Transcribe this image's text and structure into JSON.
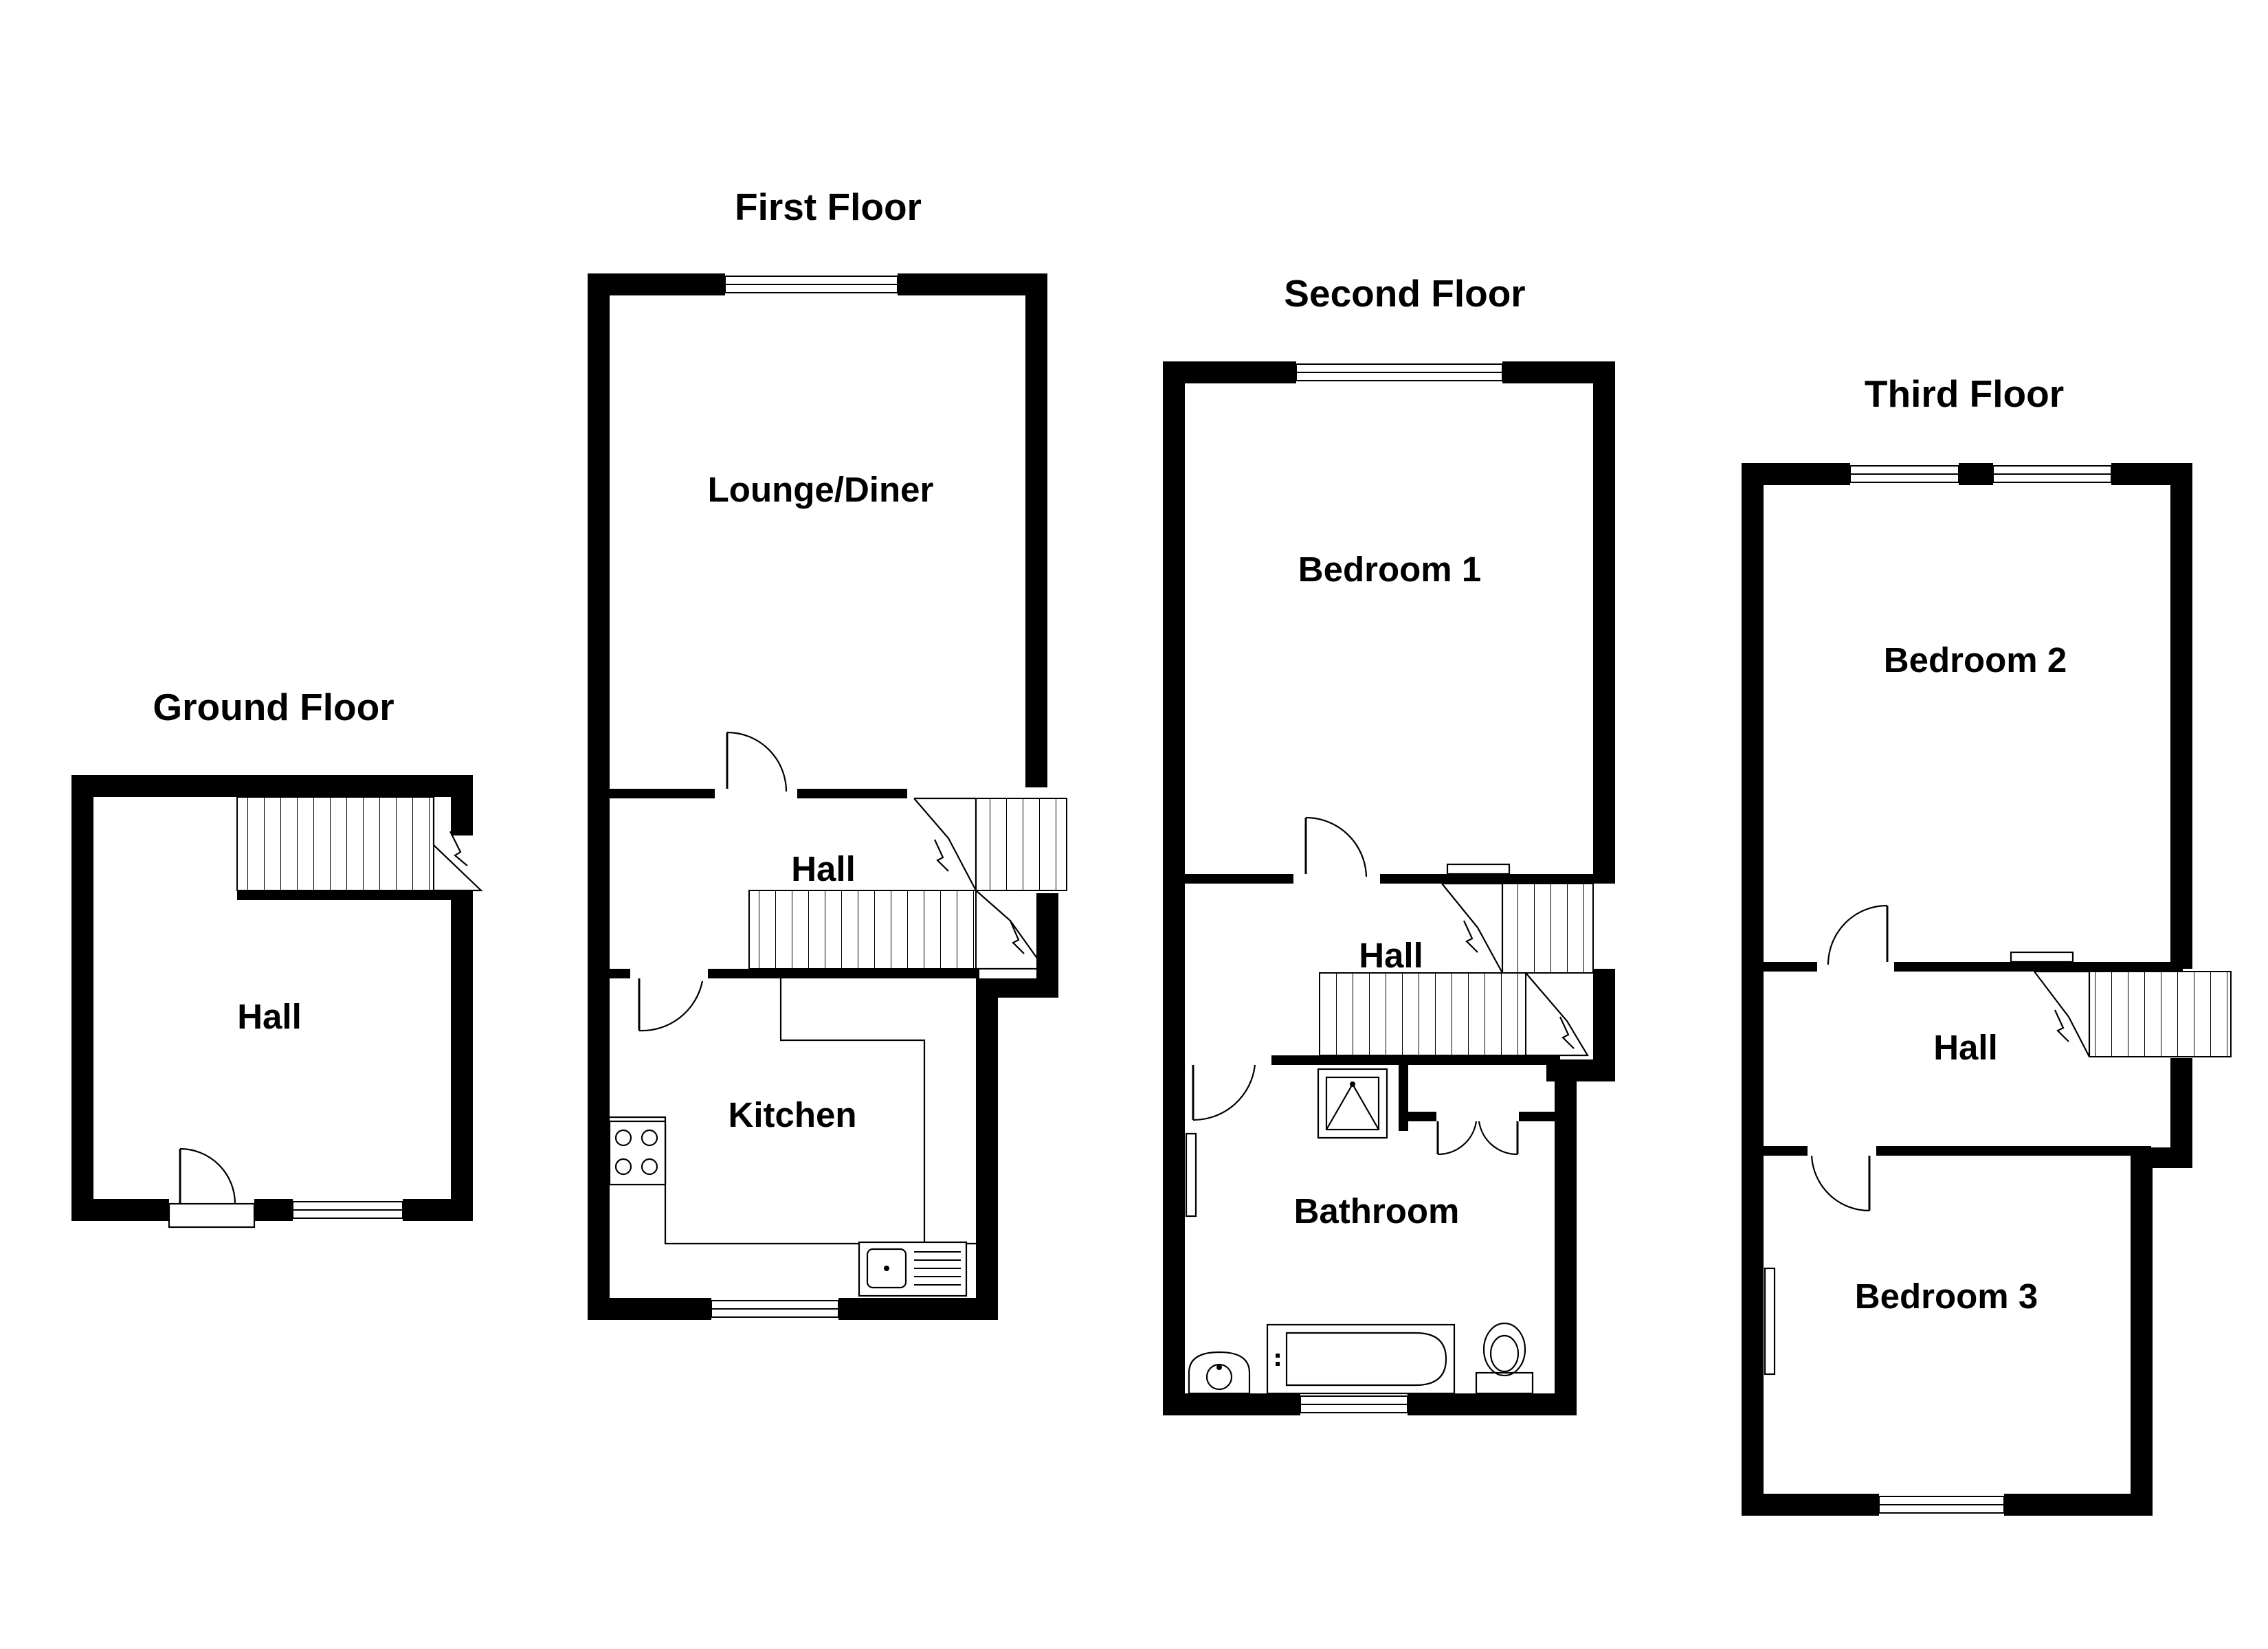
{
  "floors": [
    {
      "title": "Ground Floor",
      "rooms": [
        "Hall"
      ]
    },
    {
      "title": "First Floor",
      "rooms": [
        "Lounge/Diner",
        "Hall",
        "Kitchen"
      ]
    },
    {
      "title": "Second Floor",
      "rooms": [
        "Bedroom 1",
        "Hall",
        "Bathroom"
      ]
    },
    {
      "title": "Third Floor",
      "rooms": [
        "Bedroom 2",
        "Hall",
        "Bedroom 3"
      ]
    }
  ],
  "colors": {
    "walls": "#000000",
    "background": "#ffffff"
  },
  "icons": [
    "window-icon",
    "door-icon",
    "staircase-icon",
    "hob-icon",
    "sink-icon",
    "bath-icon",
    "toilet-icon",
    "basin-icon",
    "shower-icon",
    "radiator-icon"
  ]
}
